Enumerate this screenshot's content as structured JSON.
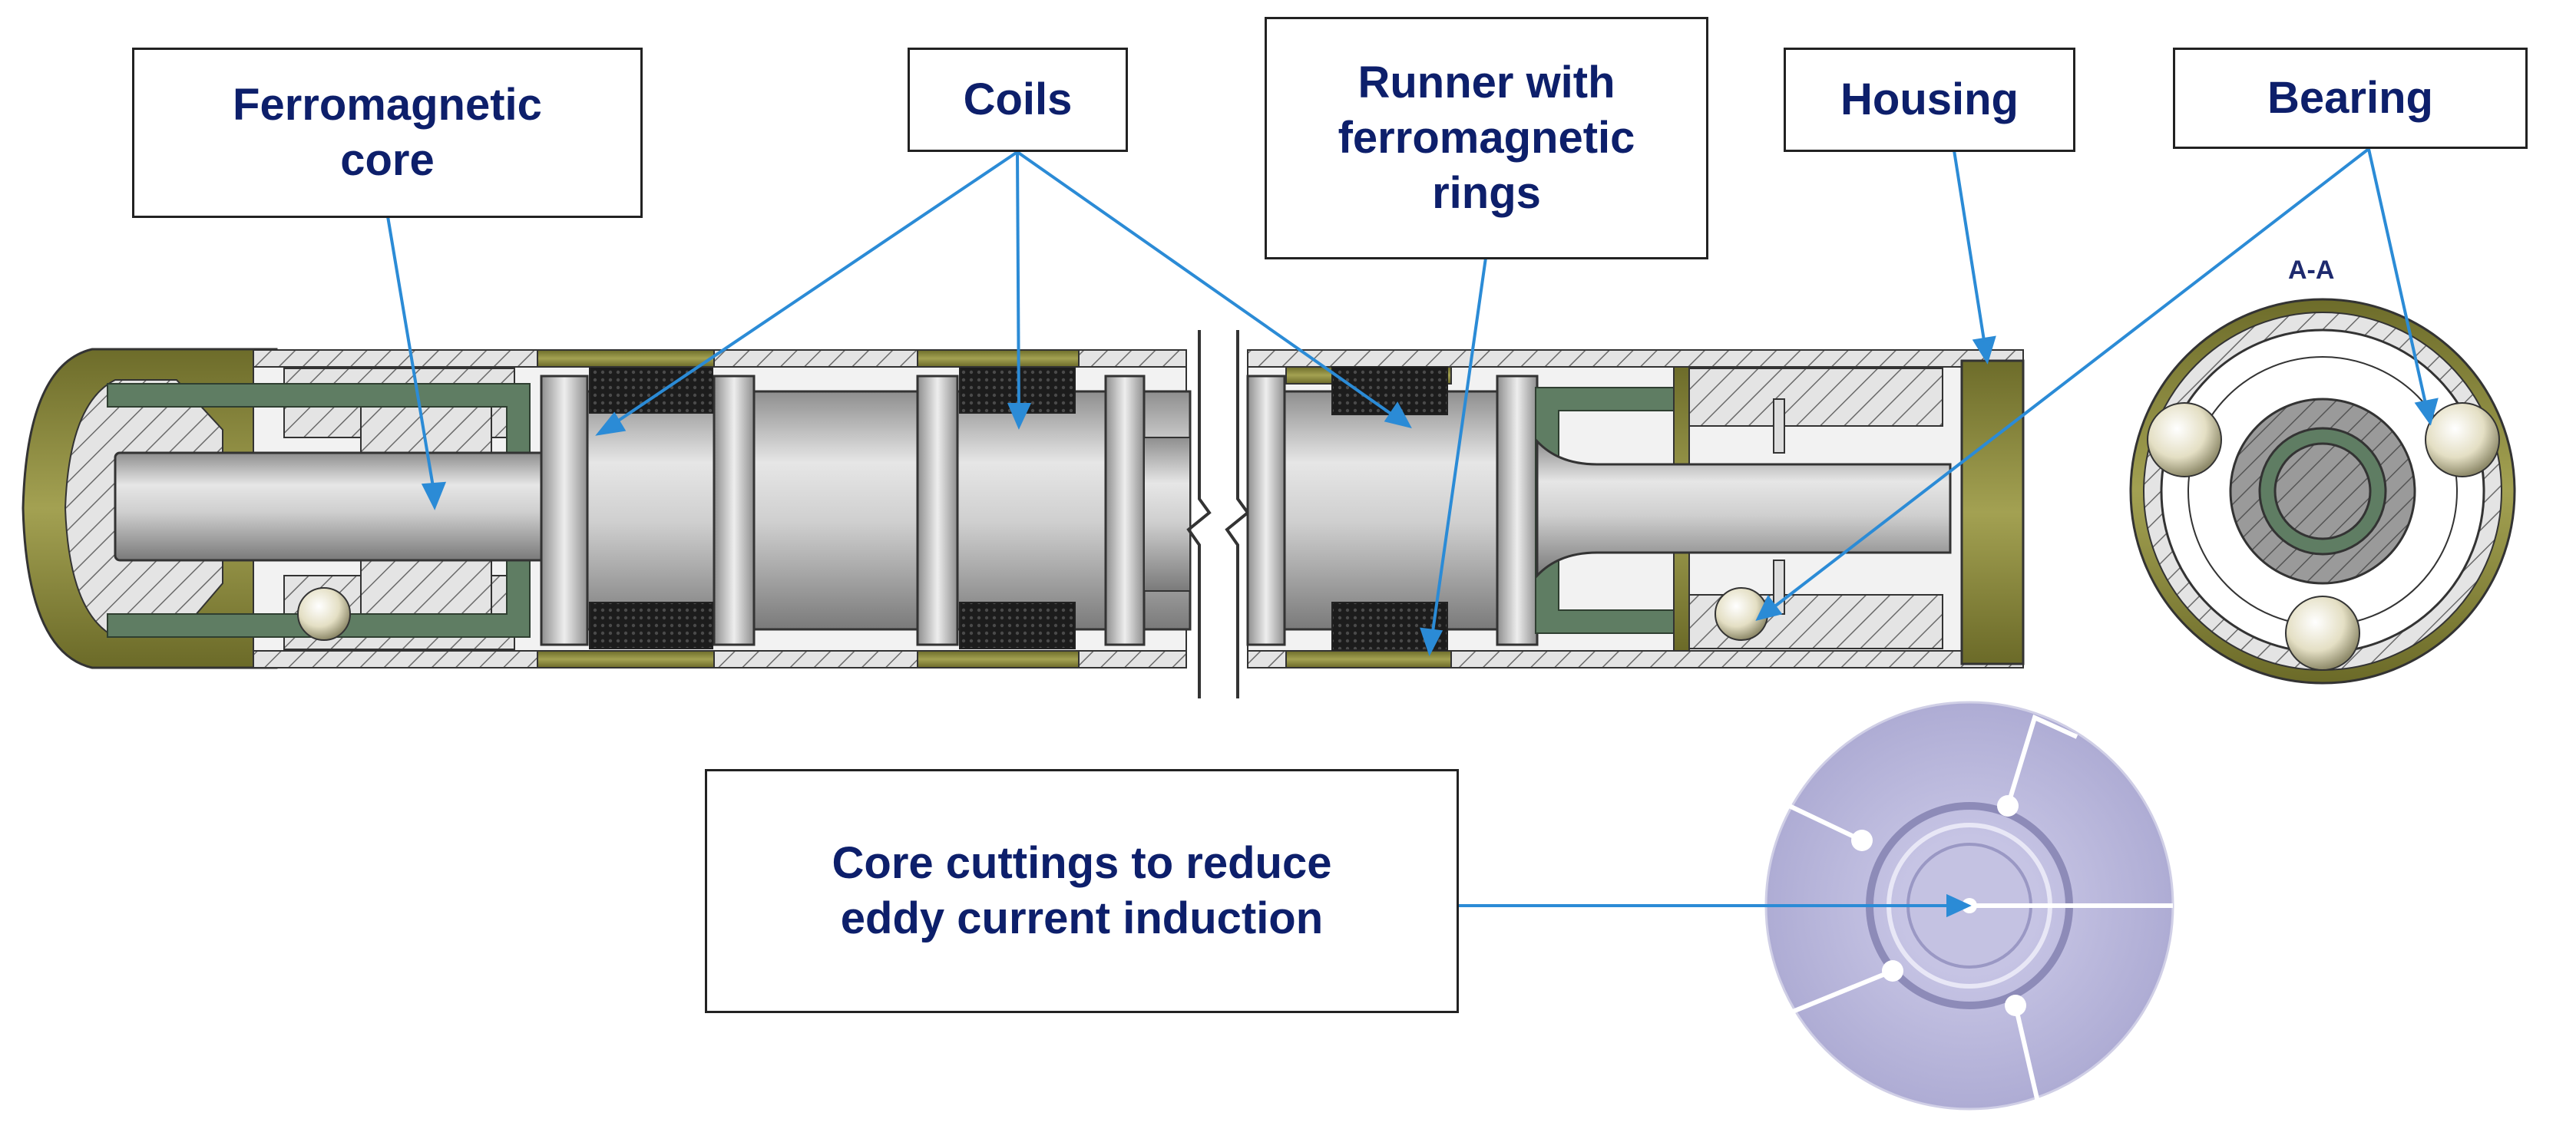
{
  "labels": {
    "ferromagnetic_core": "Ferromagnetic\ncore",
    "coils": "Coils",
    "runner": "Runner with\nferromagnetic\nrings",
    "housing": "Housing",
    "bearing": "Bearing",
    "core_cuttings": "Core cuttings to reduce\neddy current induction"
  },
  "section_label": "A-A",
  "colors": {
    "label_text": "#0d1f6b",
    "leader_line": "#2b8bd6",
    "steel": "#b8b8b8",
    "housing_olive": "#8b8a3e",
    "coil_winding": "#1e1e1e",
    "insulation_green": "#5f7d63",
    "bearing_ball": "#e6e2cc",
    "disc_lavender": "#b8b6da"
  }
}
